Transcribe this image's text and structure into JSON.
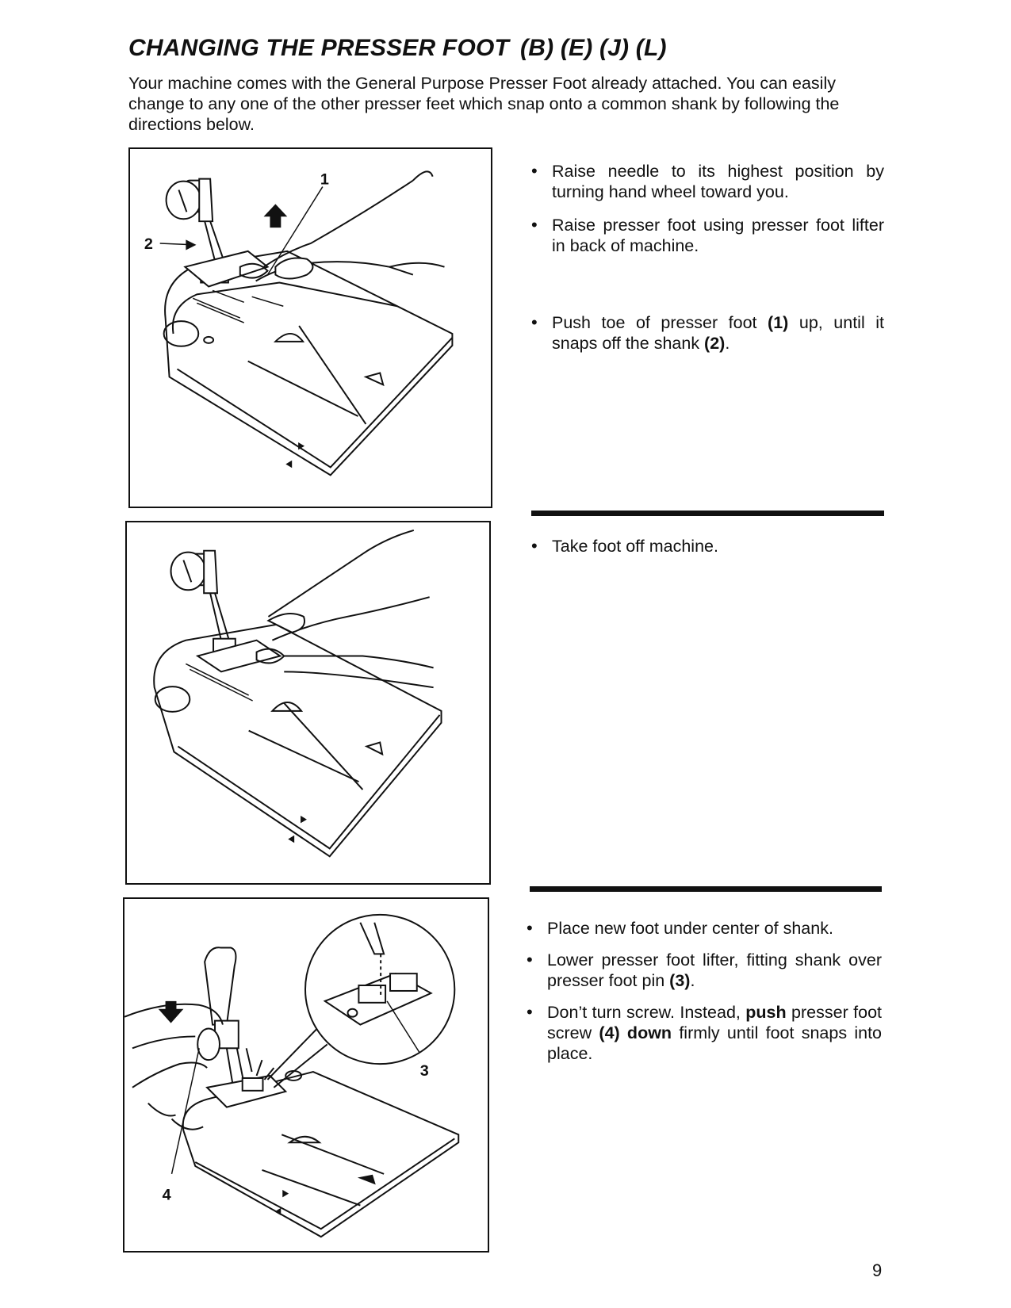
{
  "heading": {
    "title": "CHANGING THE PRESSER FOOT",
    "codes": "(B) (E) (J) (L)"
  },
  "intro": "Your machine comes with the General Purpose Presser Foot already attached. You can easily change to any one of the other presser feet which snap onto a common shank by following the directions below.",
  "section1": {
    "figure": {
      "label_toe": "1",
      "label_shank": "2"
    },
    "steps": [
      "Raise needle to its highest position by turning hand wheel toward you.",
      "Raise presser foot using presser foot lifter in back of machine."
    ],
    "step3": {
      "before": "Push toe of presser foot ",
      "ref1": "(1)",
      "middle": " up, until it snaps off the shank ",
      "ref2": "(2)",
      "after": "."
    }
  },
  "section2": {
    "steps": [
      "Take foot off machine."
    ]
  },
  "section3": {
    "figure": {
      "label_pin": "3",
      "label_screw": "4"
    },
    "step1": "Place new foot under center of shank.",
    "step2": {
      "before": "Lower presser foot lifter, fitting shank over presser foot pin ",
      "ref": "(3)",
      "after": "."
    },
    "step3": {
      "before": "Don’t turn screw. Instead, ",
      "bold1": "push",
      "middle": " presser foot screw ",
      "bold2": "(4) down",
      "after": " firmly until foot snaps into place."
    }
  },
  "page_number": "9"
}
